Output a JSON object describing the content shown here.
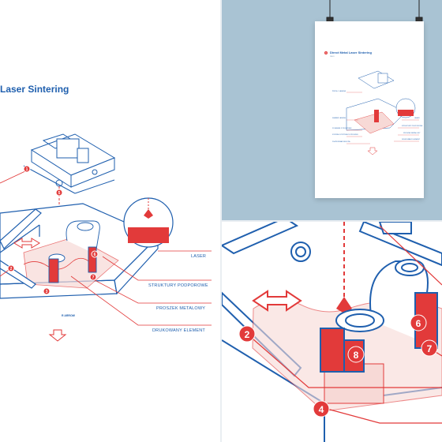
{
  "left_panel": {
    "title": "Laser Sintering",
    "callouts": {
      "laser": "LASER",
      "supports": "STRUKTURY PODPOROWE",
      "powder": "PROSZEK METALOWY",
      "element": "DRUKOWANY ELEMENT"
    },
    "markers": [
      "1",
      "2",
      "3",
      "5",
      "6",
      "7"
    ],
    "small_mark_text": "R ARROW"
  },
  "poster": {
    "title": "Direct Metal Laser Sintering",
    "subtitle": "DMLS",
    "marker": "1",
    "callouts_left": [
      "ŹRÓDŁO LASERA",
      "SKANER LASERA",
      "POJEMNIK Z PROSZKIEM",
      "SYSTEM DYSTRYBUCJI PROSZKU",
      "PLATFORMA ROBOCZA"
    ],
    "callouts_right": [
      "LASER",
      "STRUKTURY PODPOROWE",
      "PROSZEK METALOWY",
      "DRUKOWANY ELEMENT"
    ]
  },
  "zoom_panel": {
    "markers": [
      "2",
      "4",
      "6",
      "7",
      "8"
    ]
  },
  "colors": {
    "blue": "#1f5fae",
    "red": "#e23a3a",
    "light_red": "#f7d9d6",
    "background_blue": "#a9c3d3"
  },
  "icons": [
    "laser-spark-icon",
    "double-arrow-icon",
    "down-arrow-icon",
    "clip-icon"
  ]
}
